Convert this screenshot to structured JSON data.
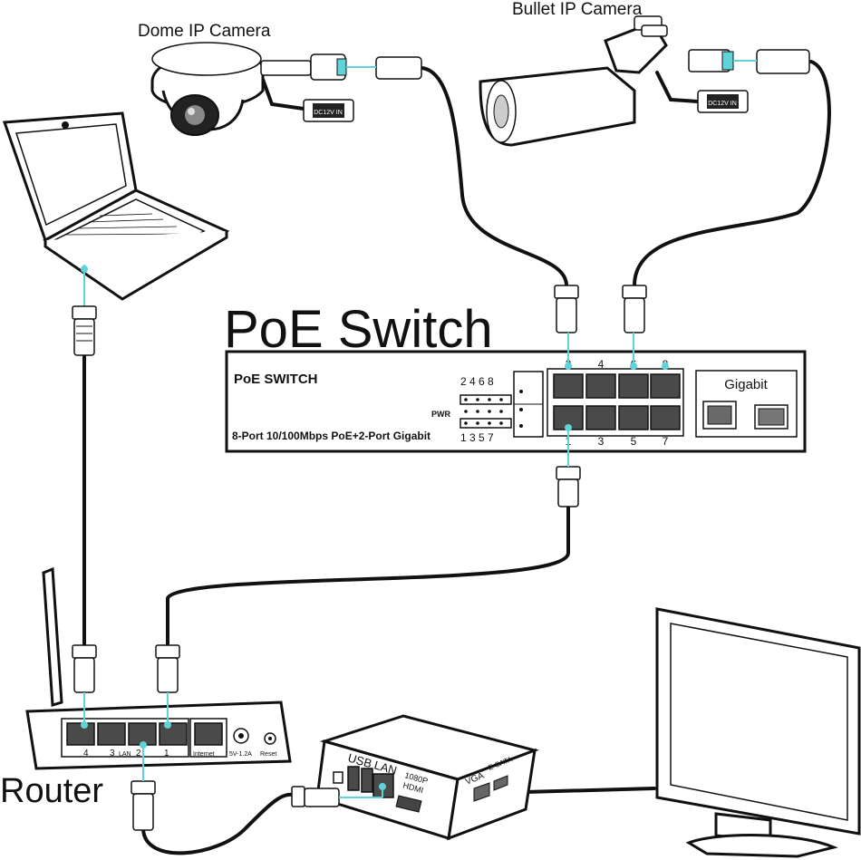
{
  "labels": {
    "dome_camera": "Dome IP Camera",
    "bullet_camera": "Bullet IP Camera",
    "switch_title": "PoE Switch",
    "router": "Router"
  },
  "switch_panel": {
    "brand": "PoE SWITCH",
    "description": "8-Port 10/100Mbps PoE+2-Port Gigabit",
    "pwr": "PWR",
    "led_even": "2 4 6 8",
    "led_odd": "1 3 5 7",
    "gigabit": "Gigabit",
    "port_top": [
      "2",
      "4",
      "6",
      "8"
    ],
    "port_bottom": [
      "1",
      "3",
      "5",
      "7"
    ]
  },
  "camera_power_tag": "DC12V IN",
  "router_panel": {
    "ports": [
      "4",
      "3",
      "2",
      "1"
    ],
    "lan": "LAN",
    "internet": "Internet",
    "power": "5V-1.2A",
    "reset": "Reset"
  },
  "nvr_panel": {
    "usb": "USB",
    "lan": "LAN",
    "resolution": "1080P",
    "hdmi": "HDMI",
    "vga": "VGA",
    "esata": "E-SATA"
  },
  "colors": {
    "cable": "#111111",
    "link": "#5fd3d8",
    "port": "#4a4a4a"
  }
}
